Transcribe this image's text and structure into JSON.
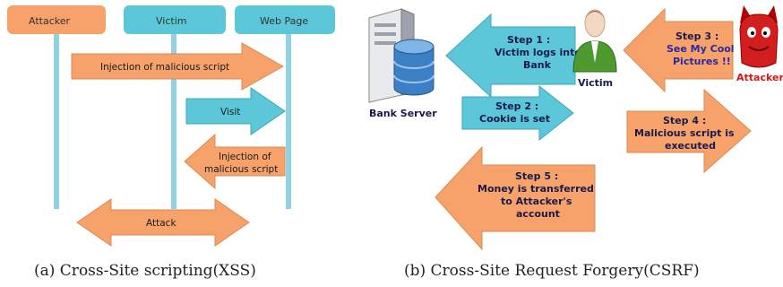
{
  "xss": {
    "actors": [
      {
        "label": "Attacker",
        "color": "#f7a26a"
      },
      {
        "label": "Victim",
        "color": "#5cc7d8"
      },
      {
        "label": "Web Page",
        "color": "#5cc7d8"
      }
    ],
    "messages": [
      {
        "text": "Injection of malicious script",
        "color": "#f7a26a"
      },
      {
        "text": "Visit",
        "color": "#5cc7d8"
      },
      {
        "line1": "Injection of",
        "line2": "malicious script",
        "color": "#f7a26a"
      },
      {
        "text": "Attack",
        "color": "#f7a26a"
      }
    ],
    "caption": "(a) Cross-Site scripting(XSS)"
  },
  "csrf": {
    "server_label": "Bank Server",
    "victim_label": "Victim",
    "attacker_label": "Attacker",
    "steps": [
      {
        "title": "Step 1 :",
        "lines": [
          "Victim logs into",
          "Bank"
        ],
        "color": "#5cc7d8"
      },
      {
        "title": "Step 2 :",
        "lines": [
          "Cookie is set"
        ],
        "color": "#5cc7d8"
      },
      {
        "title": "Step 3 :",
        "lines": [
          "See My Cool",
          "Pictures !!"
        ],
        "color": "#f7a26a"
      },
      {
        "title": "Step 4 :",
        "lines": [
          "Malicious script is",
          "executed"
        ],
        "color": "#f7a26a"
      },
      {
        "title": "Step 5 :",
        "lines": [
          "Money is transferred",
          "to Attacker's",
          "account"
        ],
        "color": "#f7a26a"
      }
    ],
    "caption": "(b) Cross-Site Request Forgery(CSRF)"
  },
  "colors": {
    "lifeline": "#8fd3e3",
    "text_dark": "#1a1a4a",
    "step3_text": "#2a2aa0",
    "attacker_text": "#d11a1a"
  }
}
